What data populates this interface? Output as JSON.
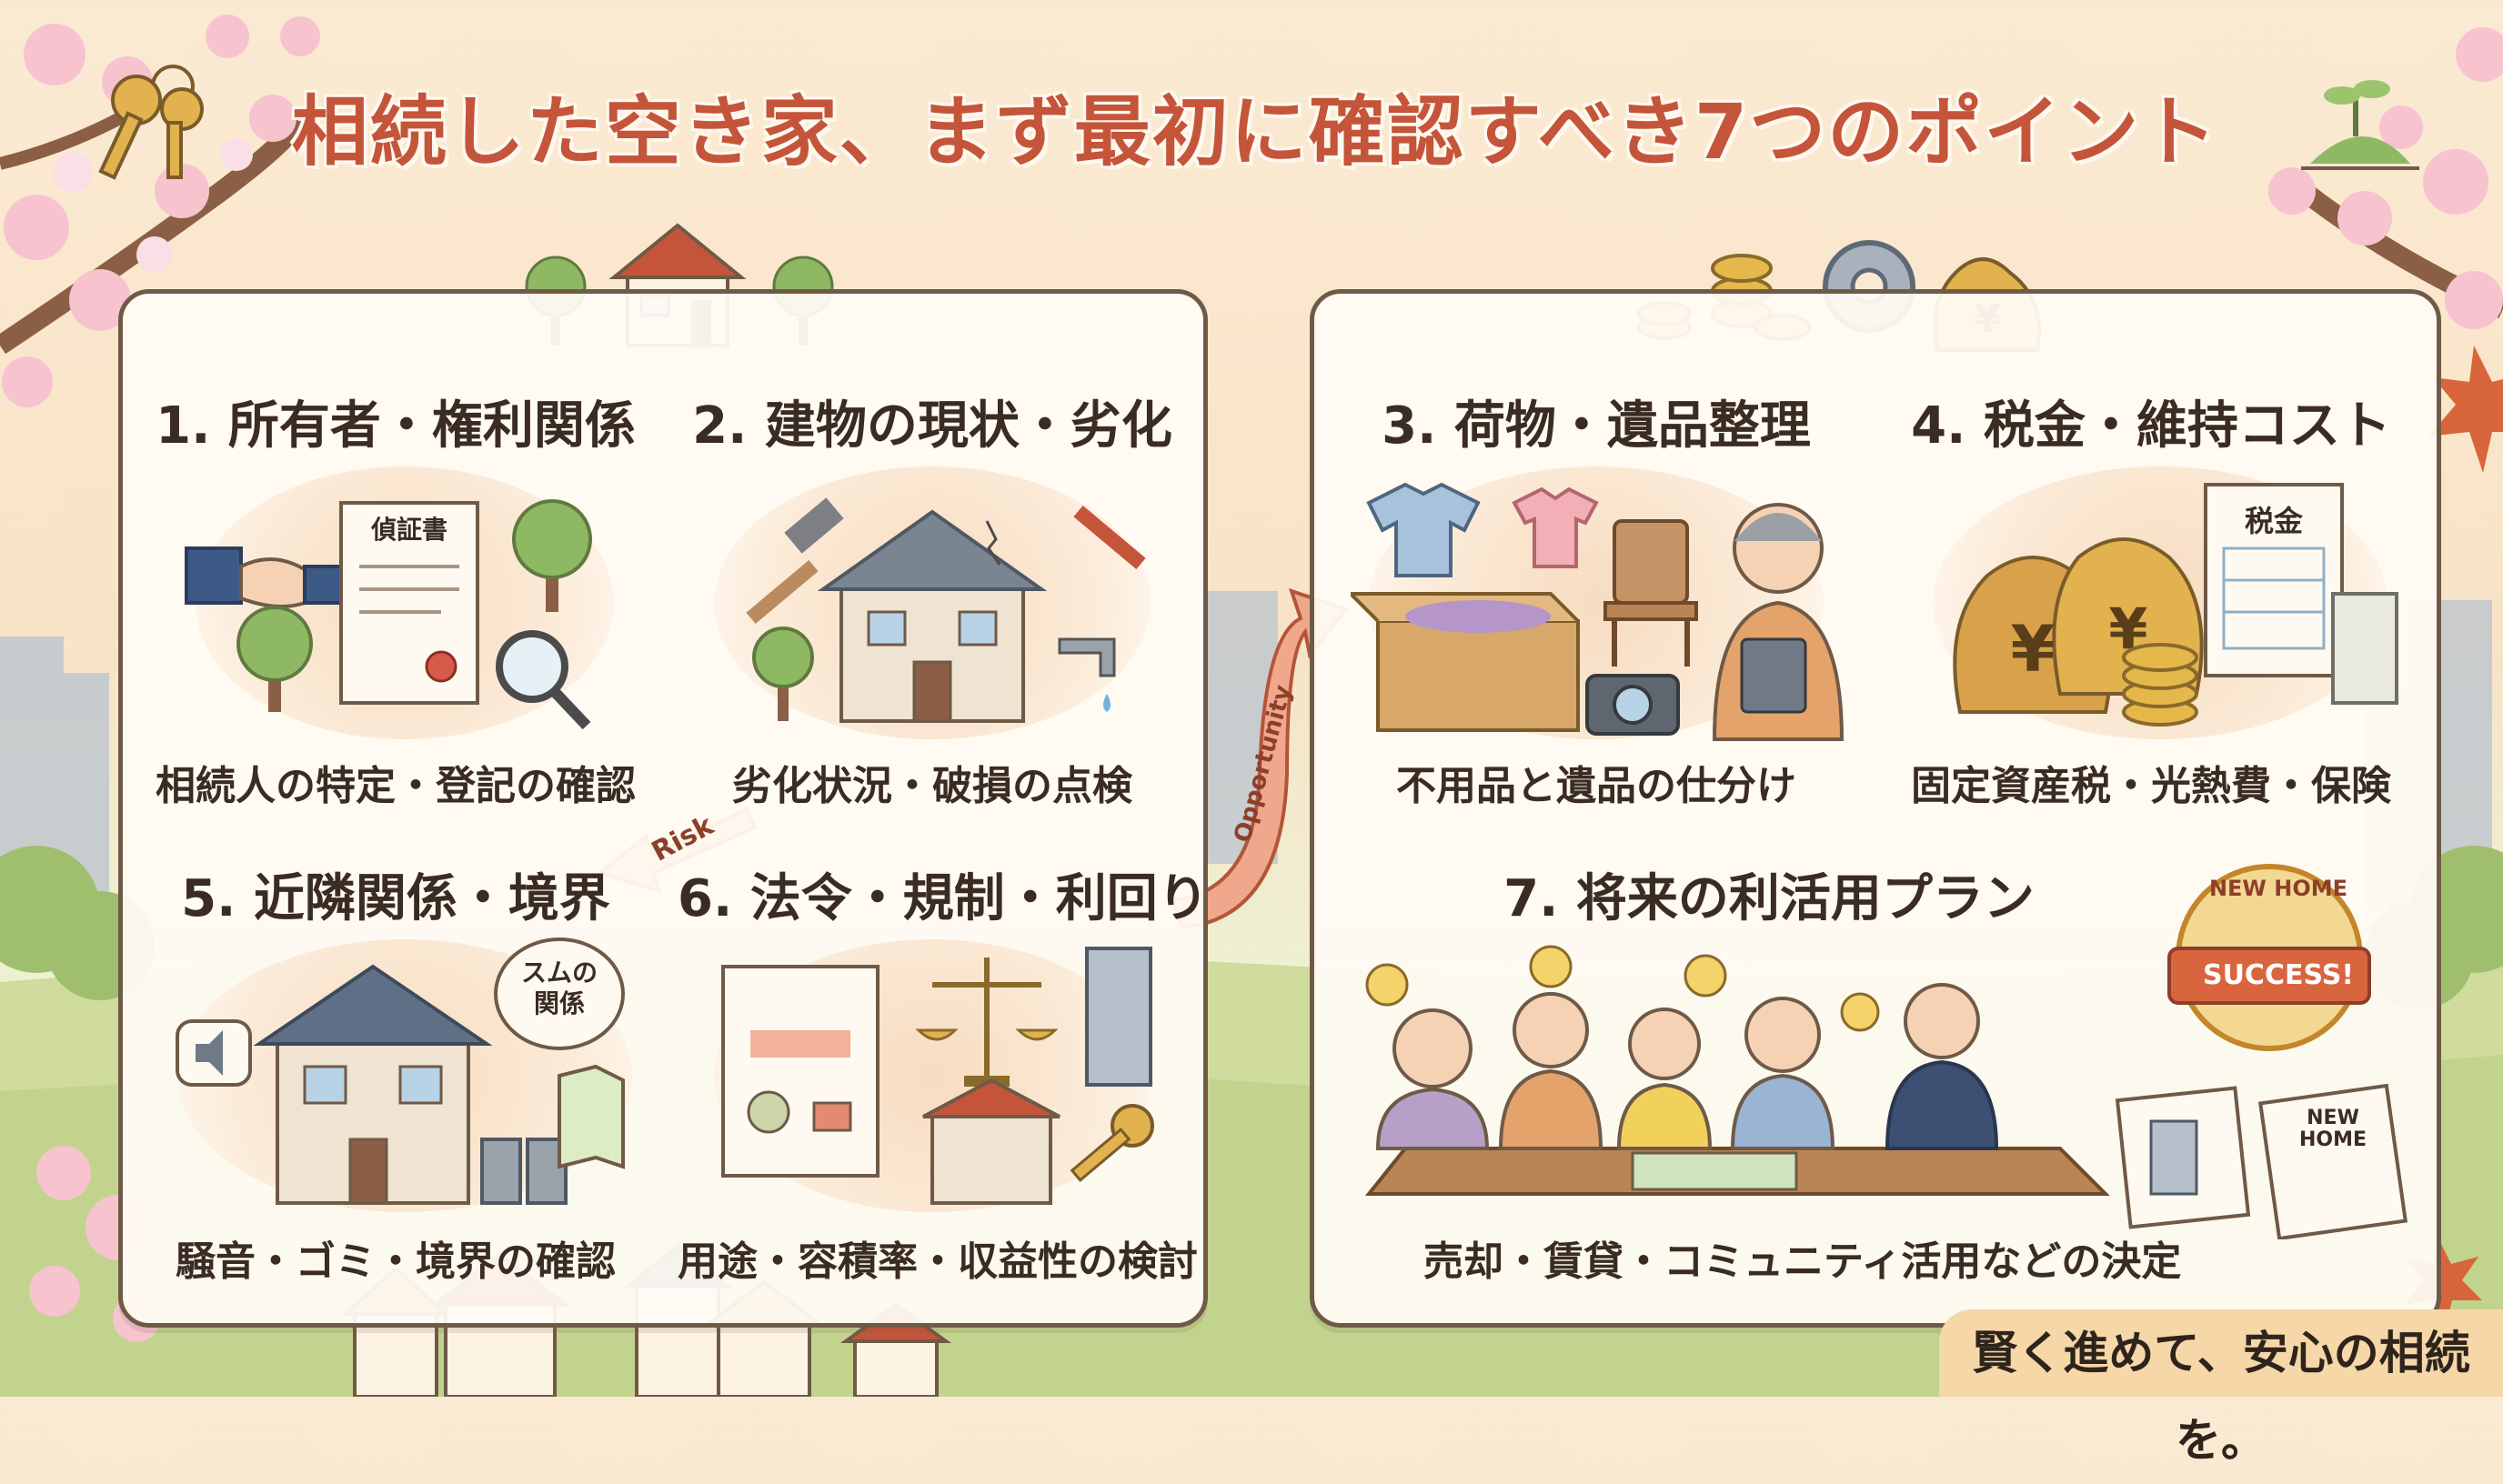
{
  "title": "相続した空き家、まず最初に確認すべき7つのポイント",
  "points": [
    {
      "title": "1. 所有者・権利関係",
      "desc": "相続人の特定・登記の確認",
      "doc_label": "偵証書"
    },
    {
      "title": "2. 建物の現状・劣化",
      "desc": "劣化状況・破損の点検"
    },
    {
      "title": "3. 荷物・遺品整理",
      "desc": "不用品と遺品の仕分け"
    },
    {
      "title": "4. 税金・維持コスト",
      "desc": "固定資産税・光熱費・保険",
      "doc_label": "税金"
    },
    {
      "title": "5. 近隣関係・境界",
      "desc": "騒音・ゴミ・境界の確認",
      "bubble": "スムの\n関係"
    },
    {
      "title": "6. 法令・規制・利回り",
      "desc": "用途・容積率・収益性の検討"
    },
    {
      "title": "7. 将来の利活用プラン",
      "desc": "売却・賃貸・コミュニティ活用などの決定"
    }
  ],
  "arrows": {
    "risk": "Risk",
    "opportunity": "Opportunity"
  },
  "badge": {
    "top": "NEW HOME",
    "main": "SUCCESS!"
  },
  "flyer": "NEW\nHOME",
  "footer": "賢く進めて、安心の相続を。",
  "colors": {
    "title": "#c4553a",
    "panel_border": "#6f5a47",
    "sakura": "#f6c3cf",
    "accent": "#e9a270"
  }
}
